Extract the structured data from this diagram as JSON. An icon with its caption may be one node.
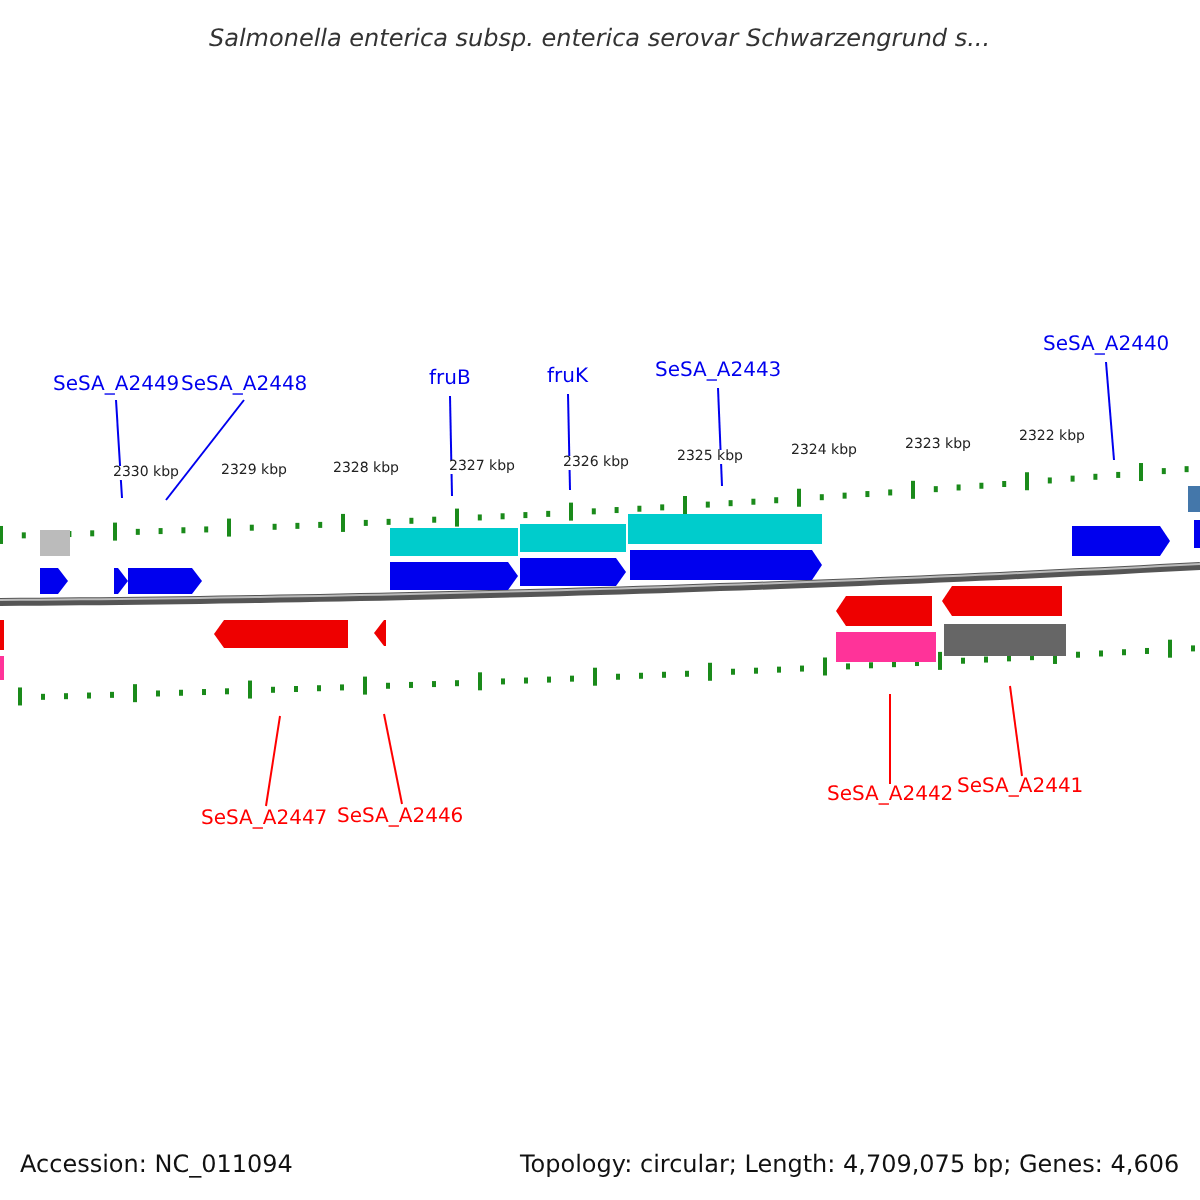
{
  "diagram": {
    "title": "Salmonella enterica subsp. enterica serovar Schwarzengrund s...",
    "nodes": [
      {
        "text": [
          "SeSA_A2449"
        ]
      },
      {
        "text": [
          "SeSA_A2448"
        ]
      },
      {
        "text": [
          "fruB"
        ]
      },
      {
        "text": [
          "fruK"
        ]
      },
      {
        "text": [
          "SeSA_A2443"
        ]
      },
      {
        "text": [
          "SeSA_A2440"
        ]
      },
      {
        "text": [
          "SeSA_A2447"
        ]
      },
      {
        "text": [
          "SeSA_A2446"
        ]
      },
      {
        "text": [
          "SeSA_A2442"
        ]
      },
      {
        "text": [
          "SeSA_A2441"
        ]
      }
    ],
    "edges": [
      {
        "from": 0,
        "to": null,
        "arrow": "none"
      },
      {
        "from": 1,
        "to": null,
        "arrow": "none"
      },
      {
        "from": 2,
        "to": null,
        "arrow": "none"
      },
      {
        "from": 3,
        "to": null,
        "arrow": "none"
      },
      {
        "from": 4,
        "to": null,
        "arrow": "none"
      },
      {
        "from": 5,
        "to": null,
        "arrow": "none"
      },
      {
        "from": 6,
        "to": null,
        "arrow": "none",
        "color": "#ff0000"
      },
      {
        "from": 7,
        "to": null,
        "arrow": "none",
        "color": "#ff0000"
      },
      {
        "from": 8,
        "to": null,
        "arrow": "none",
        "color": "#ff0000"
      },
      {
        "from": 9,
        "to": null,
        "arrow": "none",
        "color": "#ff0000"
      }
    ],
    "labels": [
      "2330 kbp",
      "2329 kbp",
      "2328 kbp",
      "2327 kbp",
      "2326 kbp",
      "2325 kbp",
      "2324 kbp",
      "2323 kbp",
      "2322 kbp",
      "Accession: NC_011094",
      "Topology: circular; Length: 4,709,075 bp; Genes: 4,606"
    ]
  }
}
